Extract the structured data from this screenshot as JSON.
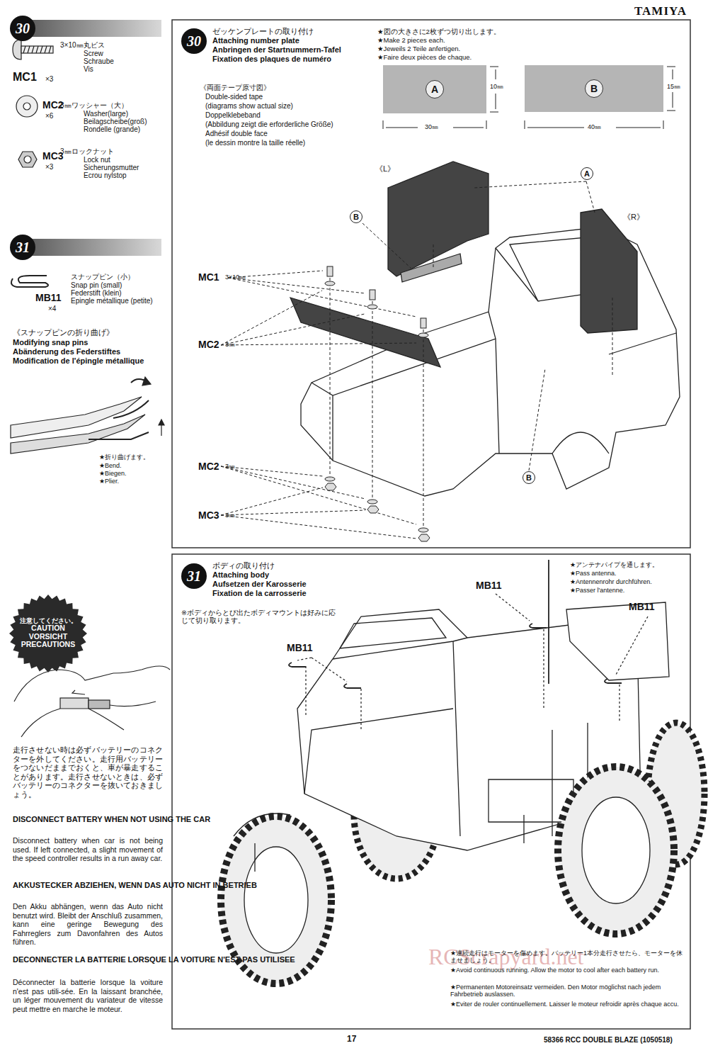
{
  "diagram": {
    "nodes": [
      {
        "text": [
          "30"
        ]
      },
      {
        "text": [
          "31"
        ]
      },
      {
        "text": [
          "注意してください。",
          "CAUTION",
          "VORSICHT",
          "PRECAUTIONS"
        ]
      },
      {
        "text": [
          "30"
        ]
      },
      {
        "text": [
          "A"
        ]
      },
      {
        "text": [
          "B"
        ]
      },
      {
        "text": [
          "A"
        ]
      },
      {
        "text": [
          "B"
        ]
      },
      {
        "text": [
          "B"
        ]
      },
      {
        "text": [
          "31"
        ]
      }
    ],
    "labels": [
      "TAMIYA",
      "3×10㎜丸ビス",
      "Screw",
      "Schraube",
      "Vis",
      "MC1",
      "×3",
      "3㎜ワッシャー（大）",
      "Washer(large)",
      "Beilagscheibe(groß)",
      "Rondelle (grande)",
      "MC2",
      "×6",
      "3㎜ロックナット",
      "Lock nut",
      "Sicherungsmutter",
      "Ecrou nylstop",
      "MC3",
      "×3",
      "スナップピン（小）",
      "Snap pin (small)",
      "Federstift (klein)",
      "Epingle métallique (petite)",
      "MB11",
      "×4",
      "《スナップピンの折り曲げ》",
      "Modifying snap pins",
      "Abänderung des Federstiftes",
      "Modification de l'épingle métallique",
      "★折り曲げます。",
      "★Bend.",
      "★Biegen.",
      "★Plier.",
      "走行させない時は必ずバッテリーのコネクターを外してください。走行用バッテリーをつないだままでおくと、車が暴走することがあります。走行させないときは、必ずバッテリーのコネクターを抜いておきましょう。",
      "DISCONNECT BATTERY WHEN NOT USING THE CAR",
      "Disconnect battery when car is not being used. If left connected, a slight movement of the speed controller results in a run away car.",
      "AKKUSTECKER ABZIEHEN, WENN DAS AUTO NICHT IN BETRIEB",
      "Den Akku abhängen, wenn das Auto nicht benutzt wird. Bleibt der Anschluß zusammen, kann eine geringe Bewegung des Fahrreglers zum Davonfahren des Autos führen.",
      "DECONNECTER LA BATTERIE LORSQUE LA VOITURE N'EST PAS UTILISEE",
      "Déconnecter la batterie lorsque la voiture n'est pas utili-sée. En la laissant branchée, un léger mouvement du variateur de vitesse peut mettre en marche le moteur.",
      "ゼッケンプレートの取り付け",
      "Attaching number plate",
      "Anbringen der Startnummern-Tafel",
      "Fixation des plaques de numéro",
      "《両面テープ原寸図》",
      "Double-sided tape",
      "(diagrams show actual size)",
      "Doppelklebeband",
      "(Abbildung zeigt die erforderliche Größe)",
      "Adhésif double face",
      "(le dessin montre la taille réelle)",
      "★図の大きさに2枚ずつ切り出します。",
      "★Make 2 pieces each.",
      "★Jeweils 2 Teile anfertigen.",
      "★Faire deux pièces de chaque.",
      "10㎜",
      "30㎜",
      "15㎜",
      "40㎜",
      "《L》",
      "《R》",
      "MC1",
      "3×10㎜",
      "MC2",
      "3㎜",
      "MC2",
      "3㎜",
      "MC3",
      "3㎜",
      "ボディの取り付け",
      "Attaching body",
      "Aufsetzen der Karosserie",
      "Fixation de la carrosserie",
      "※ボディからとび出たボディマウントは好みに応じて切り取ります。",
      "★アンテナパイプを通します。",
      "★Pass antenna.",
      "★Antennenrohr durchführen.",
      "★Passer l'antenne.",
      "MB11",
      "MB11",
      "MB11",
      "★連続走行はモーターを傷めます。バッテリー1本分走行させたら、モーターを休ませましょう。",
      "★Avoid continuous running. Allow the motor to cool after each battery run.",
      "★Permanenten Motoreinsatz vermeiden. Den Motor möglichst nach jedem Fahrbetrieb auslassen.",
      "★Eviter de rouler continuellement. Laisser le moteur refroidir après chaque accu.",
      "17",
      "58366 RCC DOUBLE BLAZE (1050518)",
      "RCScrapyard.net"
    ]
  }
}
